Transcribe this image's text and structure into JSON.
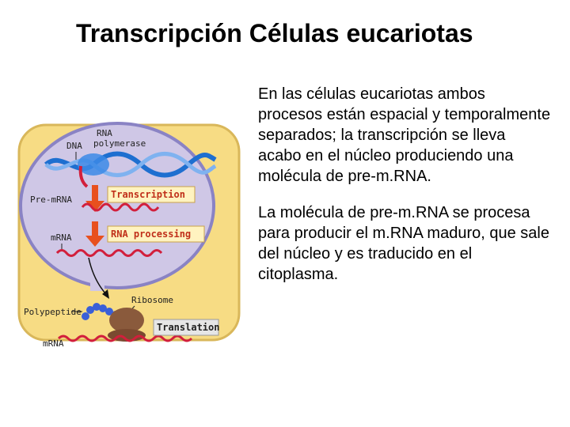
{
  "slide": {
    "title": "Transcripción Células eucariotas",
    "paragraphs": [
      "En las células eucariotas ambos procesos están espacial y temporalmente separados; la transcripción se lleva acabo en el núcleo produciendo una molécula de pre-m.RNA.",
      "La molécula de pre-m.RNA se procesa para producir el m.RNA maduro, que sale del núcleo y es traducido en el citoplasma."
    ]
  },
  "diagram": {
    "labels": {
      "rna_polymerase_line1": "RNA",
      "rna_polymerase_line2": "polymerase",
      "dna": "DNA",
      "pre_mrna": "Pre-mRNA",
      "mrna_nucleus": "mRNA",
      "ribosome": "Ribosome",
      "polypeptide": "Polypeptide",
      "mrna_cytoplasm": "mRNA"
    },
    "steps": {
      "transcription": "Transcription",
      "rna_processing": "RNA processing",
      "translation": "Translation"
    },
    "colors": {
      "cytoplasm": "#f7dc84",
      "cell_border": "#d9b75a",
      "nucleus": "#cfc7e6",
      "nuclear_envelope": "#8a83c4",
      "dna_blue": "#1e6fd0",
      "rna_red": "#d21f3c",
      "arrow_red": "#e8501e",
      "ribosome": "#8a5a3c",
      "polypeptide": "#3a5fd8",
      "transcription_box_text": "#c0301a",
      "rna_processing_box_text": "#c0301a",
      "translation_box_text": "#222222",
      "step_box_fill": "#fff3c0"
    }
  }
}
